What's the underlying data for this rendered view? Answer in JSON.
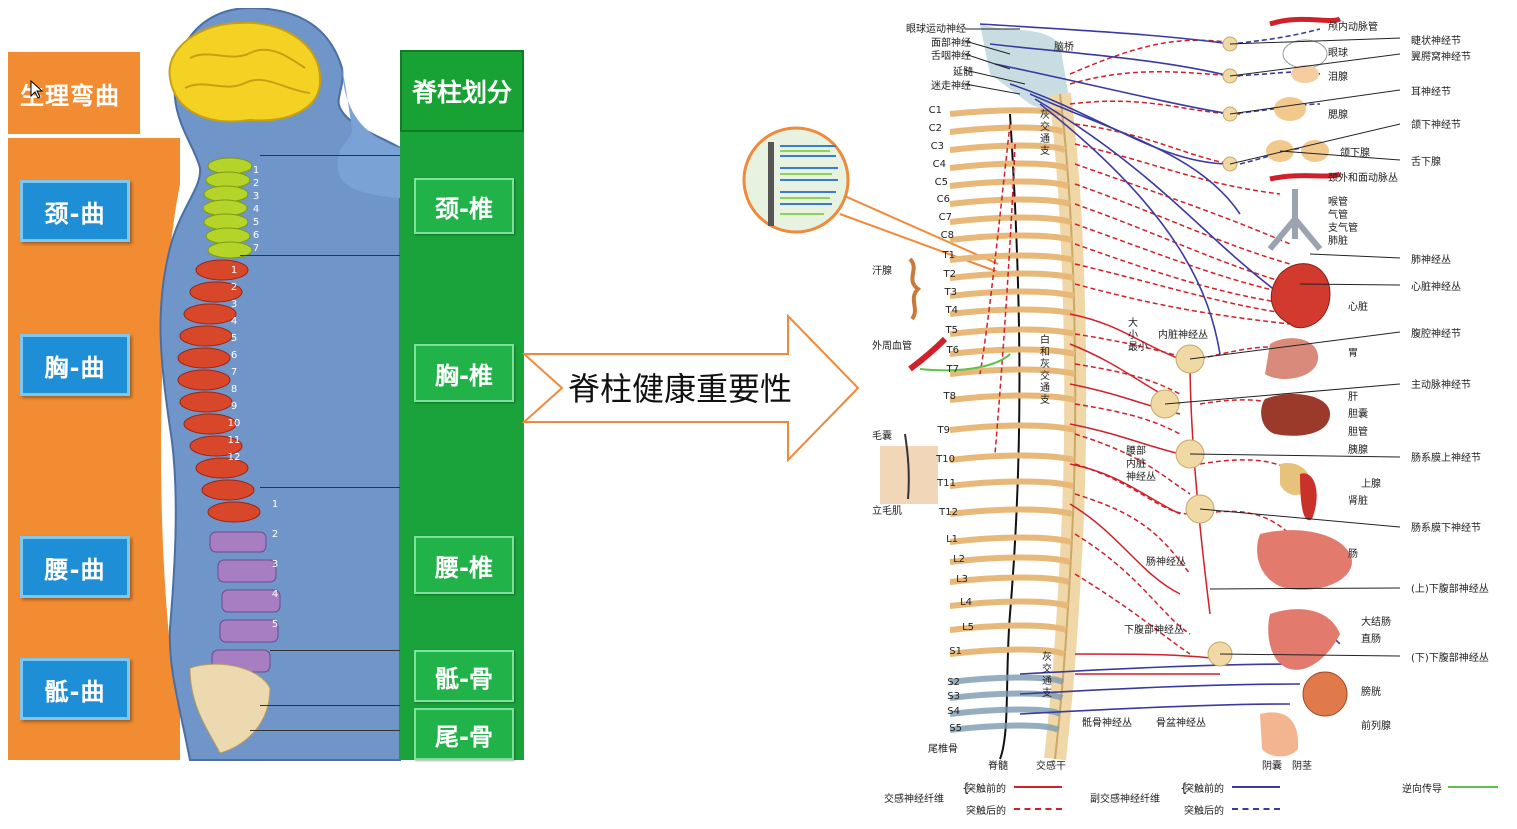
{
  "left_panel": {
    "curve_title": "生理弯曲",
    "curve_labels": [
      "颈-曲",
      "胸-曲",
      "腰-曲",
      "骶-曲"
    ],
    "division_title": "脊柱划分",
    "division_labels": [
      "颈-椎",
      "胸-椎",
      "腰-椎",
      "骶-骨",
      "尾-骨"
    ],
    "cervical_numbers": [
      "1",
      "2",
      "3",
      "4",
      "5",
      "6",
      "7"
    ],
    "thoracic_numbers": [
      "1",
      "2",
      "3",
      "4",
      "5",
      "6",
      "7",
      "8",
      "9",
      "10",
      "11",
      "12"
    ],
    "lumbar_numbers": [
      "1",
      "2",
      "3",
      "4",
      "5"
    ]
  },
  "center_arrow": {
    "text": "脊柱健康重要性"
  },
  "right_diagram": {
    "left_nerve_labels": [
      "眼球运动神经",
      "面部神经",
      "舌咽神经",
      "延髓",
      "迷走神经"
    ],
    "pons_label": "脑桥",
    "vertebra_labels": [
      "C1",
      "C2",
      "C3",
      "C4",
      "C5",
      "C6",
      "C7",
      "C8",
      "T1",
      "T2",
      "T3",
      "T4",
      "T5",
      "T6",
      "T7",
      "T8",
      "T9",
      "T10",
      "T11",
      "T12",
      "L1",
      "L2",
      "L3",
      "L4",
      "L5",
      "S1",
      "S2",
      "S3",
      "S4",
      "S5",
      "尾椎骨"
    ],
    "side_labels": [
      "汗腺",
      "外周血管",
      "毛囊",
      "立毛肌"
    ],
    "inner_labels": [
      "灰交通支",
      "白和灰交通支",
      "灰交通支",
      "内脏神经丛",
      "大",
      "小",
      "最小",
      "腰部",
      "内脏",
      "神经丛",
      "肠神经丛",
      "下腹部神经丛",
      "骶骨神经丛",
      "骨盆神经丛"
    ],
    "bottom_labels": [
      "脊髓",
      "交感干",
      "阴囊",
      "阴茎"
    ],
    "right_labels": [
      "颅内动脉管",
      "睫状神经节",
      "眼球",
      "翼腭窝神经节",
      "泪腺",
      "耳神经节",
      "腮腺",
      "颌下神经节",
      "颌下腺",
      "舌下腺",
      "颈外和面动脉丛",
      "喉管",
      "气管",
      "支气管",
      "肺脏",
      "肺神经丛",
      "心脏神经丛",
      "心脏",
      "腹腔神经节",
      "胃",
      "主动脉神经节",
      "肝",
      "胆囊",
      "胆管",
      "胰腺",
      "肠系膜上神经节",
      "上腺",
      "肾脏",
      "肠系膜下神经节",
      "肠",
      "(上)下腹部神经丛",
      "大结肠",
      "直肠",
      "(下)下腹部神经丛",
      "膀胱",
      "前列腺"
    ],
    "legend": {
      "sympathetic": "交感神经纤维",
      "parasympathetic": "副交感神经纤维",
      "pre": "突触前的",
      "post": "突触后的",
      "retro": "逆向传导"
    }
  },
  "colors": {
    "orange": "#f28c32",
    "blue_box": "#1e8fd6",
    "green": "#1aa33a",
    "red_nerve": "#d0202a",
    "blue_nerve": "#3b3aa0",
    "green_line": "#5ec24a"
  }
}
